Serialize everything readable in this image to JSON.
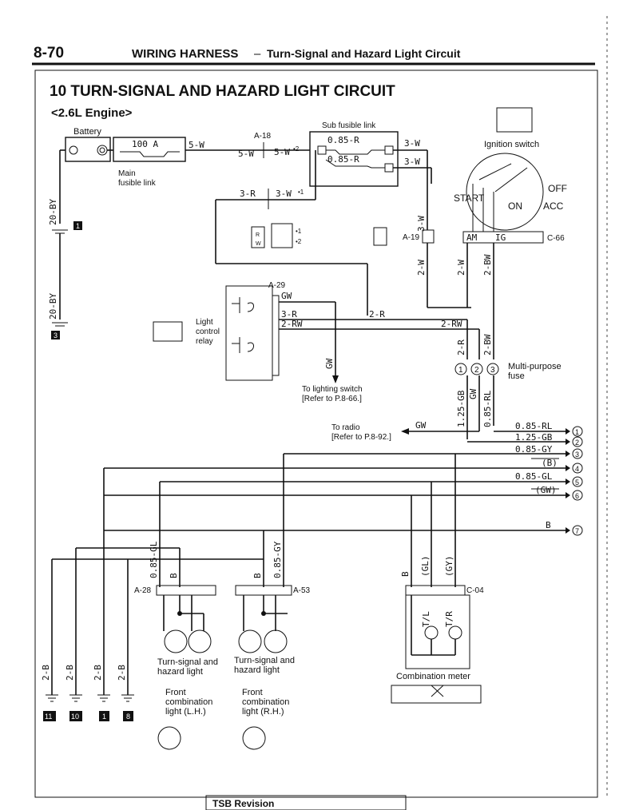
{
  "header": {
    "page_number": "8-70",
    "section": "WIRING HARNESS",
    "dash": "–",
    "subsection": "Turn-Signal and Hazard Light Circuit"
  },
  "diagram": {
    "title": "10 TURN-SIGNAL AND HAZARD LIGHT CIRCUIT",
    "engine": "<2.6L Engine>"
  },
  "components": {
    "battery": "Battery",
    "main_fusible_1": "Main",
    "main_fusible_2": "fusible link",
    "main_fusible_rating": "100 A",
    "sub_fusible": "Sub fusible link",
    "sub_fuse_1": "0.85-R",
    "sub_fuse_2": "0.85-R",
    "ignition_switch": "Ignition switch",
    "ign_start": "START",
    "ign_on": "ON",
    "ign_off": "OFF",
    "ign_acc": "ACC",
    "ign_am": "AM",
    "ign_ig": "IG",
    "relay_1": "Light",
    "relay_2": "control",
    "relay_3": "relay",
    "mp_fuse_1": "Multi-purpose",
    "mp_fuse_2": "fuse",
    "to_lighting_1": "To lighting switch",
    "to_lighting_2": "[Refer to P.8-66.]",
    "to_radio_1": "To radio",
    "to_radio_2": "[Refer to P.8-92.]",
    "ts_lh_1": "Turn-signal and",
    "ts_lh_2": "hazard light",
    "ts_rh_1": "Turn-signal and",
    "ts_rh_2": "hazard light",
    "front_lh_1": "Front",
    "front_lh_2": "combination",
    "front_lh_3": "light (L.H.)",
    "front_rh_1": "Front",
    "front_rh_2": "combination",
    "front_rh_3": "light (R.H.)",
    "comb_meter": "Combination meter",
    "tl": "T/L",
    "tr": "T/R"
  },
  "connectors": {
    "a18": "A-18",
    "a19": "A-19",
    "a29": "A-29",
    "a28": "A-28",
    "a53": "A-53",
    "c66": "C-66",
    "c04": "C-04",
    "note1": "•1",
    "note2": "•2"
  },
  "wires": {
    "w_5w_a": "5-W",
    "w_5w_b": "5-W",
    "w_5w_c": "5-W",
    "star2": "•2",
    "w_3w_a": "3-W",
    "w_3w_b": "3-W",
    "w_3r": "3-R",
    "w_3w_c": "3-W",
    "star1": "•1",
    "w_20by_a": "20-BY",
    "w_20by_b": "20-BY",
    "w_3w_d": "3-W",
    "w_2w_a": "2-W",
    "w_2w_b": "2-W",
    "w_2bw_a": "2-BW",
    "w_gw_relay": "GW",
    "w_3r_relay": "3-R",
    "w_2rw_relay": "2-RW",
    "w_2r_junction": "2-R",
    "w_2rw_b": "2-RW",
    "w_2r_b": "2-R",
    "w_2bw_b": "2-BW",
    "w_gw_down": "GW",
    "w_125gb": "1.25-GB",
    "w_gw_fuse": "GW",
    "w_085rl": "0.85-RL",
    "w_gw_radio": "GW",
    "out1": "0.85-RL",
    "out2": "1.25-GB",
    "out3": "0.85-GY",
    "out4": "(B)",
    "out5": "0.85-GL",
    "out6": "(GW)",
    "out7": "B",
    "v_085gl": "0.85-GL",
    "v_b_lh": "B",
    "v_b_rh": "B",
    "v_085gy": "0.85-GY",
    "v_b_meter": "B",
    "v_gl": "(GL)",
    "v_gy": "(GY)",
    "g_2b_1": "2-B",
    "g_2b_2": "2-B",
    "g_2b_3": "2-B",
    "g_2b_4": "2-B"
  },
  "markers": {
    "n1": "1",
    "n2": "2",
    "n3": "3",
    "n4": "4",
    "n5": "5",
    "n6": "6",
    "n7": "7",
    "g11": "11",
    "g10": "10",
    "g1": "1",
    "g8": "8",
    "g1_top": "1",
    "g3": "3",
    "f1": "1",
    "f2": "2",
    "f3": "3"
  },
  "footer": {
    "tsb": "TSB Revision"
  }
}
